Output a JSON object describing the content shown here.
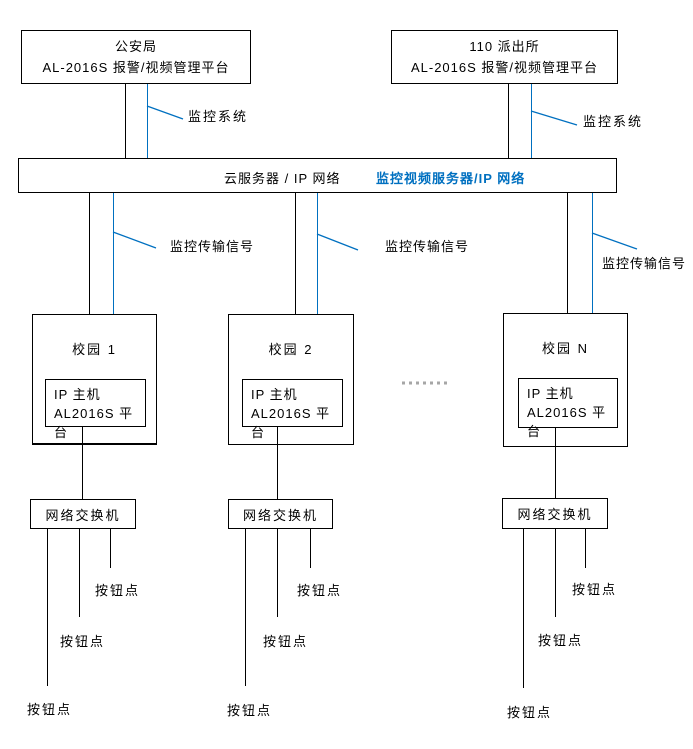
{
  "colors": {
    "line_black": "#000000",
    "accent_blue": "#0070c0",
    "dotted_gray": "#a6a6a6"
  },
  "header_boxes": [
    {
      "title": "公安局",
      "subtitle": "AL-2016S 报警/视频管理平台"
    },
    {
      "title": "110 派出所",
      "subtitle": "AL-2016S 报警/视频管理平台"
    }
  ],
  "monitor_system_labels": [
    "监控系统",
    "监控系统"
  ],
  "bus_bar": {
    "server_label": "云服务器 / IP 网络",
    "video_server_label": "监控视频服务器/IP 网络"
  },
  "transmission_labels": [
    "监控传输信号",
    "监控传输信号",
    "监控传输信号"
  ],
  "campuses": [
    {
      "title": "校园 1",
      "host_line1": "IP 主机",
      "host_line2": "AL2016S 平台",
      "switch_label": "网络交换机",
      "button_points": [
        "按钮点",
        "按钮点",
        "按钮点"
      ]
    },
    {
      "title": "校园 2",
      "host_line1": "IP 主机",
      "host_line2": "AL2016S 平台",
      "switch_label": "网络交换机",
      "button_points": [
        "按钮点",
        "按钮点",
        "按钮点"
      ]
    },
    {
      "title": "校园 N",
      "host_line1": "IP 主机",
      "host_line2": "AL2016S 平台",
      "switch_label": "网络交换机",
      "button_points": [
        "按钮点",
        "按钮点",
        "按钮点"
      ]
    }
  ]
}
